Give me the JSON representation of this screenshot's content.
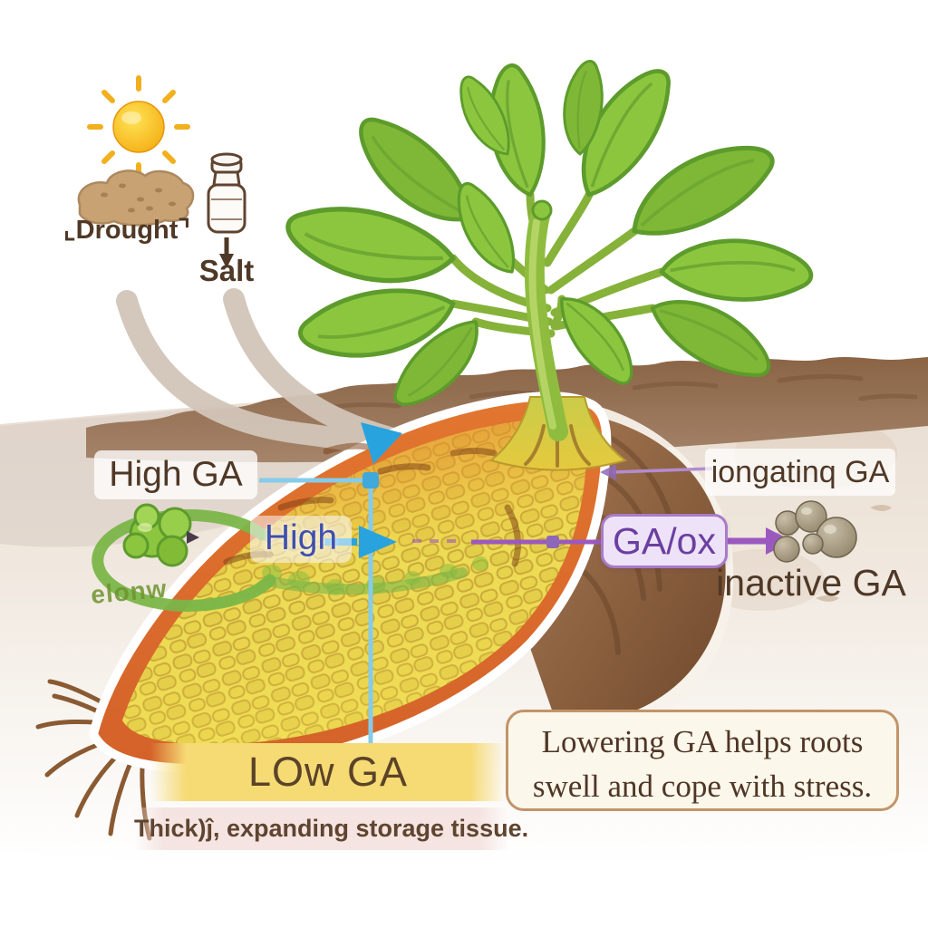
{
  "figure": {
    "stressors": {
      "drought_label": "⌞Drought⌝",
      "salt_label": "Salt"
    },
    "root_labels": {
      "high_ga": "High GA",
      "high": "High",
      "low_ga": "LOw GA",
      "tissue_caption": "Thick)ĵ, expanding storage tissue.",
      "cycle_caption": "elonw"
    },
    "ga_pathway": {
      "elongating_ga": "iongatinq GA",
      "enzyme": "GA/ox",
      "inactive_ga": "inactive GA"
    },
    "conclusion": {
      "line1": "Lowering GA helps roots",
      "line2": "swell and cope with stress."
    },
    "icons": {
      "sun": "sun-icon",
      "soil_pile": "soil-pile-icon",
      "salt_shaker": "salt-shaker-icon",
      "active_ga_cluster": "active-ga-cluster-icon",
      "inactive_ga_molecules": "inactive-ga-molecules-icon"
    },
    "colors": {
      "arrow_blue": "#29A3DE",
      "connector_light_blue": "#86CBEA",
      "purple": "#9B59C0",
      "enzyme_text_purple": "#6B3FA0",
      "green": "#7AB648",
      "low_ga_band_yellow": "#F6DA74",
      "text_brown": "#4F3826",
      "high_text_blue": "#3F4FAE",
      "conclusion_border": "#C29468",
      "root_skin_orange": "#E0762A",
      "root_flesh_yellow": "#EDDC55"
    }
  }
}
